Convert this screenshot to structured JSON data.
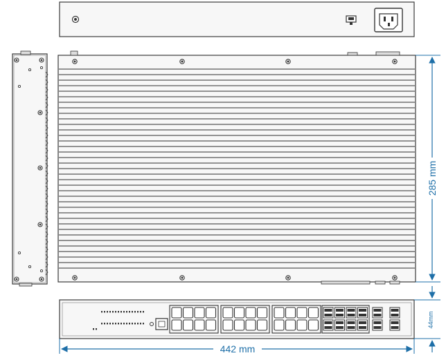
{
  "dimensions": {
    "depth": "285 mm",
    "width": "442 mm",
    "height": "44mm"
  },
  "colors": {
    "outline": "#3a3a3a",
    "panel_fill": "#f2f2f2",
    "dimension": "#1e6fa8",
    "fin": "#555555"
  },
  "front_panel": {
    "rj45_groups": 3,
    "ports_per_group": 8,
    "sfp_combo_ports": 8,
    "sfp_uplink_ports": 4
  },
  "rear_panel": {
    "icons": [
      "ground-screw-icon",
      "console-port-icon",
      "power-inlet-icon"
    ]
  }
}
